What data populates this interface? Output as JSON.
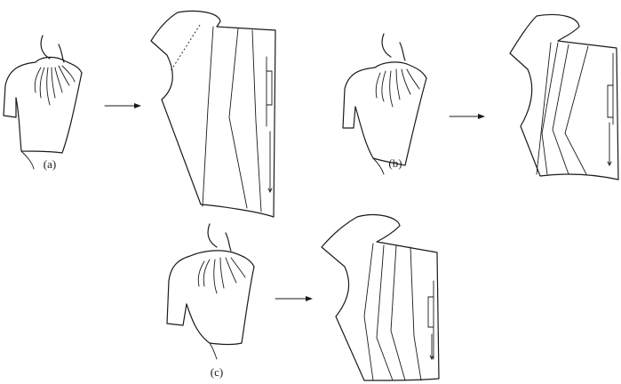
{
  "figure": {
    "panels": [
      {
        "id": "a",
        "caption": "(a)"
      },
      {
        "id": "b",
        "caption": "(b)"
      },
      {
        "id": "c",
        "caption": "(c)"
      }
    ],
    "colors": {
      "ink": "#1a1a1a",
      "background": "#ffffff"
    }
  }
}
